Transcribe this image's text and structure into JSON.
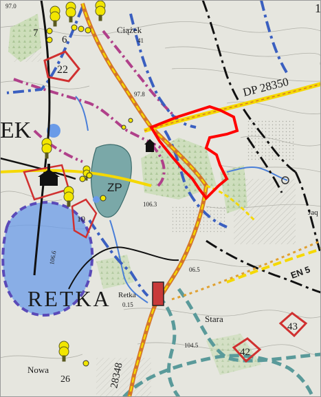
{
  "map": {
    "place_labels": {
      "ciazek": "Ciążek",
      "ek": "EK",
      "retka": "RETKA",
      "stara": "Stara",
      "nowa": "Nowa",
      "retka_small": "Retka",
      "jaq": "Jaq"
    },
    "road_labels": {
      "dp_road": "DP 28350",
      "road_vertical": "28348",
      "en_right": "EN 5"
    },
    "elevations": {
      "e1": "97.0",
      "e2": "41",
      "e3": "97.8",
      "e4": "106.3",
      "e5": "06.5",
      "e6": "0.15",
      "e7": "104.5",
      "e8": "106.6"
    },
    "zone_labels": {
      "zp": "ZP"
    },
    "numbered_sites": {
      "s22": "22",
      "s43": "43",
      "s42": "42",
      "s26": "26",
      "s6": "6",
      "s7": "7",
      "s10": "10",
      "s1": "1"
    },
    "colors": {
      "paper": "#e8e8e2",
      "highlight_boundary": "#ff0000",
      "road_yellow": "#f5d800",
      "road_orange": "#d4752a",
      "blue_dashdot": "#3a5fc0",
      "magenta_dashdot": "#b0408a",
      "water": "#6a9be8",
      "water_zone": "#4a7fd8",
      "forest": "#bdd6a8",
      "teal_dashed": "#5a9a9a",
      "rail_black": "#111111",
      "tree_yellow": "#f2e600",
      "site_box_red": "#d03030"
    },
    "icon_names": [
      "tree-icon",
      "church-icon",
      "house-icon",
      "site-marker-icon"
    ]
  }
}
